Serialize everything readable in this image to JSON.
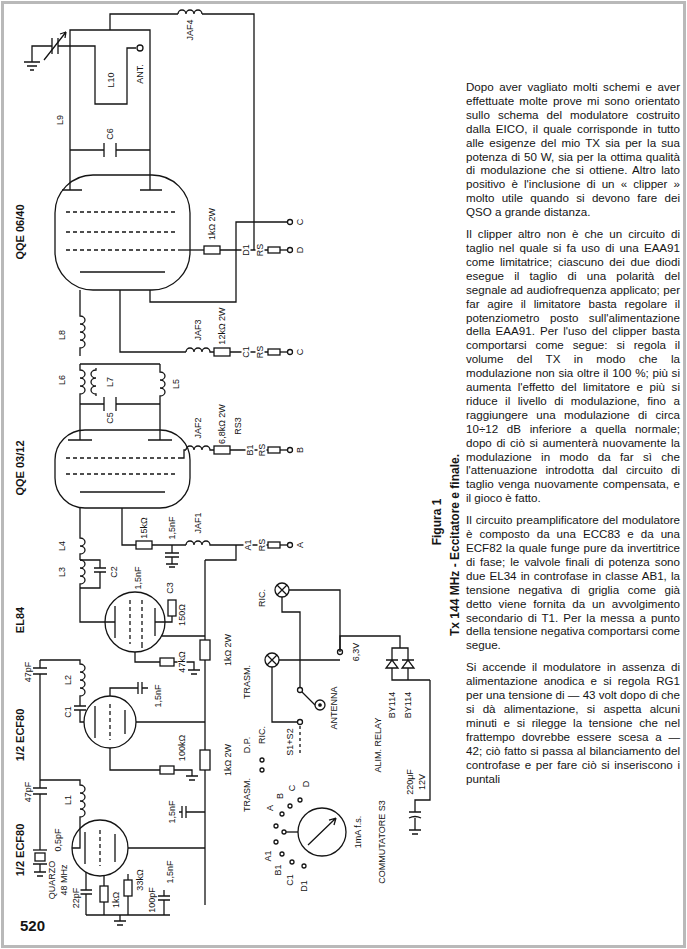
{
  "diagram": {
    "caption": "Tx 144 MHz - Eccitatore e finale.",
    "labels": [
      "JAF4",
      "ANT.",
      "L10",
      "L9",
      "C6",
      "QQE 06/40",
      "1kΩ 2W",
      "D1",
      "RS",
      "C",
      "D",
      "JAF3",
      "L8",
      "12kΩ 2W",
      "C1",
      "RS",
      "C",
      "L7",
      "L6",
      "L5",
      "C5",
      "JAF2",
      "6,8kΩ 2W",
      "RS3",
      "B1",
      "RS",
      "B",
      "QQE 03/12",
      "JAF1",
      "15kΩ",
      "1,5nF",
      "A1",
      "RS",
      "A",
      "L4",
      "L3",
      "C3",
      "C2",
      "EL84",
      "1,5nF",
      "150Ω",
      "47kΩ",
      "1kΩ 2W",
      "47pF",
      "L2",
      "C1",
      "1,5nF",
      "1/2 ECF80",
      "100kΩ",
      "1kΩ 2W",
      "47pF",
      "L1",
      "1,5nF",
      "0,5pF",
      "33kΩ",
      "1,5nF",
      "1/2 ECF80",
      "22pF",
      "1kΩ",
      "100pF",
      "QUARZO",
      "48 MHz",
      "RIC.",
      "TRASM.",
      "6,3V",
      "RIC.",
      "ANTENNA",
      "S1+S2",
      "D.P.",
      "TRASM.",
      "BY114",
      "BY114",
      "ALIM. RELAY",
      "220μF",
      "12V",
      "1mA f.s.",
      "COMMUTATORE S3",
      "D",
      "C",
      "B",
      "A",
      "A1",
      "B1",
      "C1",
      "D1",
      "Figura 1",
      "Dopo aver vagliato molti schemi e aver effettuate molte prove mi sono orientato sullo schema del modulatore costruito dalla EICO, il quale corrisponde in tutto alle esigenze del mio TX sia per la sua potenza di 50 W, sia per la ottima qualità di modulazione che si ottiene. Altro lato positivo è l'inclusione di un « clipper » molto utile quando si devono fare dei QSO a grande distanza.",
      "Il clipper altro non è che un circuito di taglio nel quale si fa uso di una EAA91 come limitatrice; ciascuno dei due diodi esegue il taglio di una polarità del segnale ad audiofrequenza applicato; per far agire il limitatore basta regolare il potenziometro posto sull'alimentazione della EAA91. Per l'uso del clipper basta comportarsi come segue: si regola il volume del TX in modo che la modulazione non sia oltre il 100 %; più si aumenta l'effetto del limitatore e più si riduce il livello di modulazione, fino a raggiungere una modulazione di circa 10÷12 dB inferiore a quella normale; dopo di ciò si aumenterà nuovamente la modulazione in modo da far sì che l'attenuazione introdotta dal circuito di taglio venga nuovamente compensata, e il gioco è fatto.",
      "Il circuito preamplificatore del modulatore è composto da una ECC83 e da una ECF82 la quale funge pure da invertitrice di fase; le valvole finali di potenza sono due EL34 in controfase in classe AB1, la tensione negativa di griglia come già detto viene fornita da un avvolgimento secondario di T1. Per la messa a punto della tensione negativa comportarsi come segue.",
      "Si accende il modulatore in assenza di alimentazione anodica e si regola RG1 per una tensione di — 43 volt dopo di che si dà alimentazione, si aspetta alcuni minuti e si rilegge la tensione che nel frattempo dovrebbe essere scesa a — 42; ciò fatto si passa al bilanciamento del controfase e per fare ciò si inseriscono i puntali",
      "520"
    ]
  }
}
